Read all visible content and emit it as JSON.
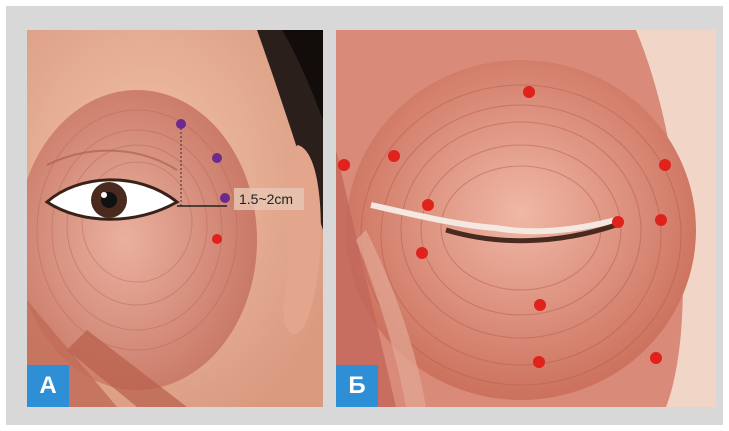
{
  "panels": [
    {
      "label": "А",
      "measurement": "1.5~2cm"
    },
    {
      "label": "Б"
    }
  ],
  "colors": {
    "frame": "#d8d8d8",
    "badge": "#2f8fd6",
    "point_red": "#e0211c",
    "point_purple": "#6a2a8e",
    "muscle": "#d98a78"
  }
}
